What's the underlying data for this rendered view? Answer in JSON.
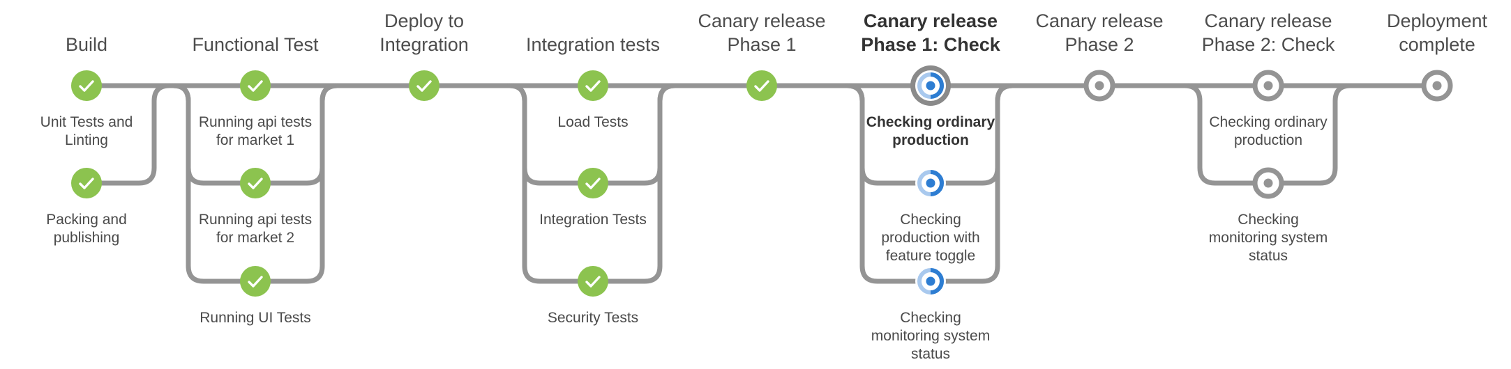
{
  "colors": {
    "track": "#949494",
    "success": "#8cc34f",
    "pending": "#949494",
    "running_light": "#a9c9ee",
    "running_dark": "#2d7dd2",
    "active_ring": "#8a8a8a"
  },
  "stages": [
    {
      "id": "build",
      "title": [
        "Build"
      ],
      "status": "success",
      "active": false,
      "steps": [
        {
          "label": [
            "Unit Tests and",
            "Linting"
          ],
          "status": "success"
        },
        {
          "label": [
            "Packing and",
            "publishing"
          ],
          "status": "success"
        }
      ]
    },
    {
      "id": "functional-test",
      "title": [
        "Functional Test"
      ],
      "status": "success",
      "active": false,
      "steps": [
        {
          "label": [
            "Running api tests",
            "for market 1"
          ],
          "status": "success"
        },
        {
          "label": [
            "Running api tests",
            "for market 2"
          ],
          "status": "success"
        },
        {
          "label": [
            "Running UI Tests"
          ],
          "status": "success"
        }
      ]
    },
    {
      "id": "deploy-to-integration",
      "title": [
        "Deploy to",
        "Integration"
      ],
      "status": "success",
      "active": false,
      "steps": []
    },
    {
      "id": "integration-tests",
      "title": [
        "Integration tests"
      ],
      "status": "success",
      "active": false,
      "steps": [
        {
          "label": [
            "Load Tests"
          ],
          "status": "success"
        },
        {
          "label": [
            "Integration Tests"
          ],
          "status": "success"
        },
        {
          "label": [
            "Security Tests"
          ],
          "status": "success"
        }
      ]
    },
    {
      "id": "canary-release-phase-1",
      "title": [
        "Canary release",
        "Phase 1"
      ],
      "status": "success",
      "active": false,
      "steps": []
    },
    {
      "id": "canary-release-phase-1-check",
      "title": [
        "Canary release",
        "Phase 1: Check"
      ],
      "status": "running",
      "active": true,
      "steps": [
        {
          "label": [
            "Checking ordinary",
            "production"
          ],
          "status": "running",
          "active": true
        },
        {
          "label": [
            "Checking",
            "production with",
            "feature toggle"
          ],
          "status": "running"
        },
        {
          "label": [
            "Checking",
            "monitoring system",
            "status"
          ],
          "status": "running"
        }
      ]
    },
    {
      "id": "canary-release-phase-2",
      "title": [
        "Canary release",
        "Phase 2"
      ],
      "status": "pending",
      "active": false,
      "steps": []
    },
    {
      "id": "canary-release-phase-2-check",
      "title": [
        "Canary release",
        "Phase 2: Check"
      ],
      "status": "pending",
      "active": false,
      "steps": [
        {
          "label": [
            "Checking ordinary",
            "production"
          ],
          "status": "pending"
        },
        {
          "label": [
            "Checking",
            "monitoring system",
            "status"
          ],
          "status": "pending"
        }
      ]
    },
    {
      "id": "deployment-complete",
      "title": [
        "Deployment",
        "complete"
      ],
      "status": "pending",
      "active": false,
      "steps": []
    }
  ]
}
